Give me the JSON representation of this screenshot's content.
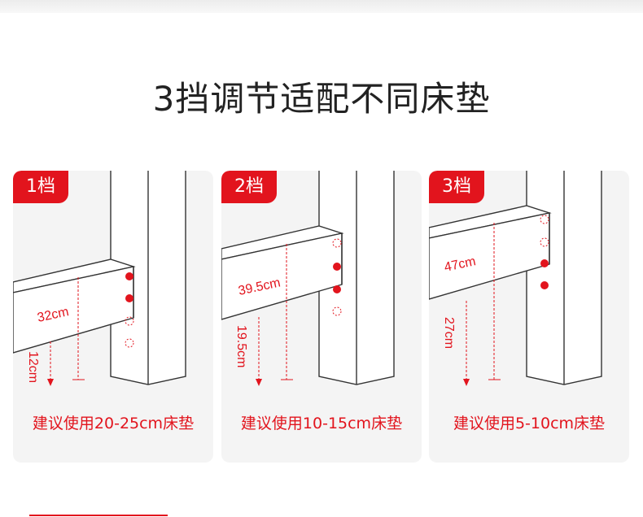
{
  "page": {
    "title": "3挡调节适配不同床垫",
    "accent_color": "#e2141d"
  },
  "cards": [
    {
      "badge": "1档",
      "height_label": "32cm",
      "clearance_label": "12cm",
      "caption": "建议使用20-25cm床垫",
      "active_hole_indices": [
        0,
        1
      ],
      "icons": [
        "bed-rail-diagram"
      ]
    },
    {
      "badge": "2档",
      "height_label": "39.5cm",
      "clearance_label": "19.5cm",
      "caption": "建议使用10-15cm床垫",
      "active_hole_indices": [
        1,
        2
      ],
      "icons": [
        "bed-rail-diagram"
      ]
    },
    {
      "badge": "3档",
      "height_label": "47cm",
      "clearance_label": "27cm",
      "caption": "建议使用5-10cm床垫",
      "active_hole_indices": [
        2,
        3
      ],
      "icons": [
        "bed-rail-diagram"
      ]
    }
  ]
}
